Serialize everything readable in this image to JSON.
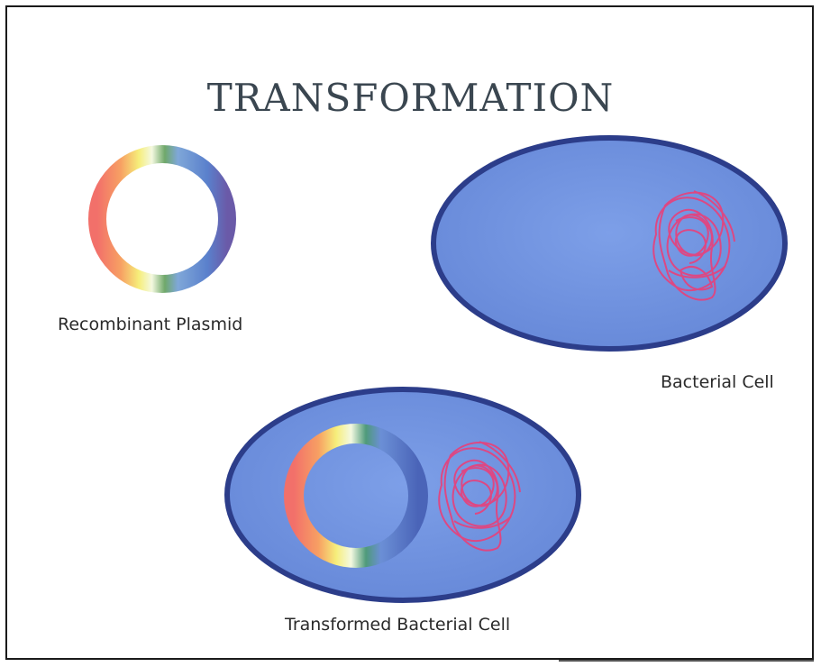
{
  "title": "TRANSFORMATION",
  "labels": {
    "plasmid": "Recombinant Plasmid",
    "bacterial_cell": "Bacterial Cell",
    "transformed_cell": "Transformed Bacterial Cell"
  },
  "colors": {
    "cell_fill": "#6f93e0",
    "cell_border": "#2c3d8a",
    "dna": "#e8407a",
    "title": "#3a4650"
  }
}
